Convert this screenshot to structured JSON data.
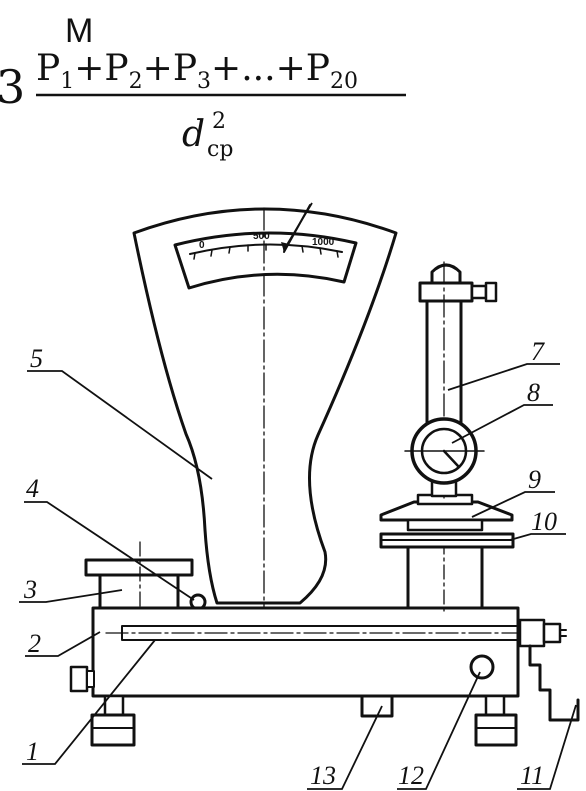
{
  "header": {
    "letter": "М"
  },
  "formula": {
    "coefficient": "3",
    "numerator": {
      "terms": [
        {
          "base": "P",
          "sub": "1"
        },
        {
          "base": "P",
          "sub": "2"
        },
        {
          "base": "P",
          "sub": "3"
        },
        {
          "base": "...",
          "sub": ""
        },
        {
          "base": "P",
          "sub": "20"
        }
      ],
      "operator": "+"
    },
    "denominator": {
      "base": "d",
      "sub": "cp",
      "sup": "2"
    }
  },
  "gauge": {
    "ticks": [
      "0",
      "500",
      "1000"
    ]
  },
  "callouts": [
    "1",
    "2",
    "3",
    "4",
    "5",
    "7",
    "8",
    "9",
    "10",
    "11",
    "12",
    "13"
  ],
  "colors": {
    "ink": "#111111",
    "paper": "#ffffff"
  }
}
